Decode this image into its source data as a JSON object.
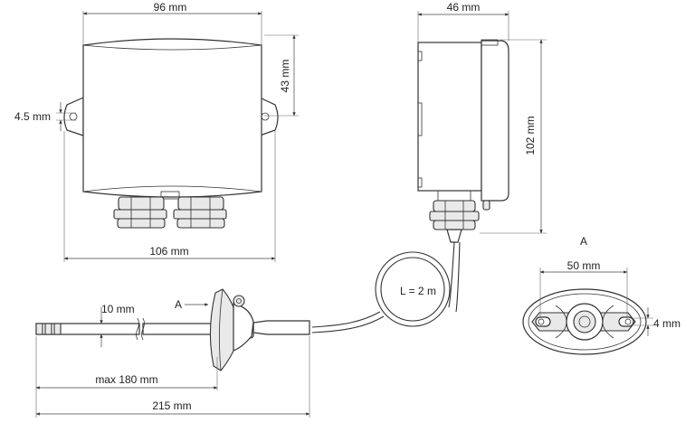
{
  "labels": {
    "front_width": "96 mm",
    "front_height": "43 mm",
    "hole_diameter": "4.5 mm",
    "base_width": "106 mm",
    "side_depth": "46 mm",
    "side_height": "102 mm",
    "cable_length": "L = 2 m",
    "probe_diameter": "10 mm",
    "view_arrow": "A",
    "view_title": "A",
    "max_insertion": "max 180 mm",
    "total_length": "215 mm",
    "flange_width": "50 mm",
    "slot_width": "4 mm"
  }
}
